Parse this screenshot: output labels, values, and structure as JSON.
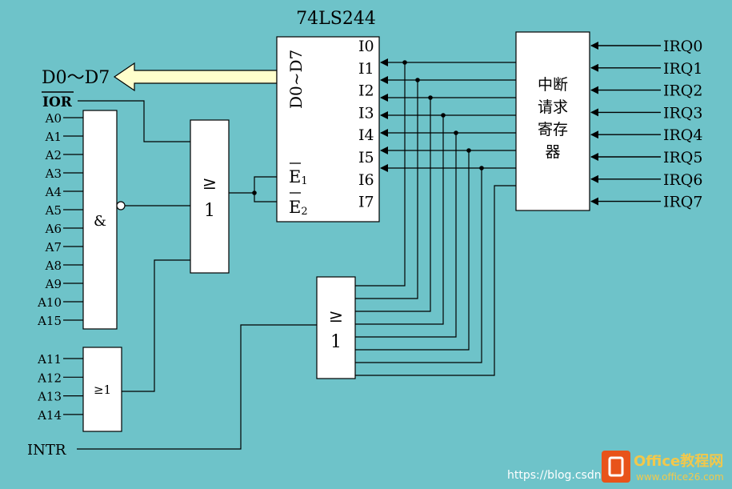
{
  "title": "74LS244",
  "bus_label": "D0～D7",
  "ior_label": "IOR",
  "and_gate": {
    "symbol": "&",
    "inputs": [
      "A0",
      "A1",
      "A2",
      "A3",
      "A4",
      "A5",
      "A6",
      "A7",
      "A8",
      "A9",
      "A10",
      "A15"
    ]
  },
  "or_gate_small": {
    "symbol": "≥1",
    "inputs": [
      "A11",
      "A12",
      "A13",
      "A14"
    ]
  },
  "or_gate_main": {
    "symbol_top": "≥",
    "symbol_bottom": "1"
  },
  "or_gate_irq": {
    "symbol_top": "≥",
    "symbol_bottom": "1"
  },
  "buffer": {
    "bus_pin": "D0~D7",
    "enable_pins": [
      {
        "letter": "E",
        "sub": "1"
      },
      {
        "letter": "E",
        "sub": "2"
      }
    ],
    "inputs": [
      "I0",
      "I1",
      "I2",
      "I3",
      "I4",
      "I5",
      "I6",
      "I7"
    ]
  },
  "register": {
    "lines": [
      "中断",
      "请求",
      "寄存",
      "器"
    ]
  },
  "irq_inputs": [
    "IRQ0",
    "IRQ1",
    "IRQ2",
    "IRQ3",
    "IRQ4",
    "IRQ5",
    "IRQ6",
    "IRQ7"
  ],
  "intr_label": "INTR",
  "watermark": {
    "url": "https://blog.csdn.",
    "site": "www.office26.com",
    "brand": "Office教程网"
  }
}
